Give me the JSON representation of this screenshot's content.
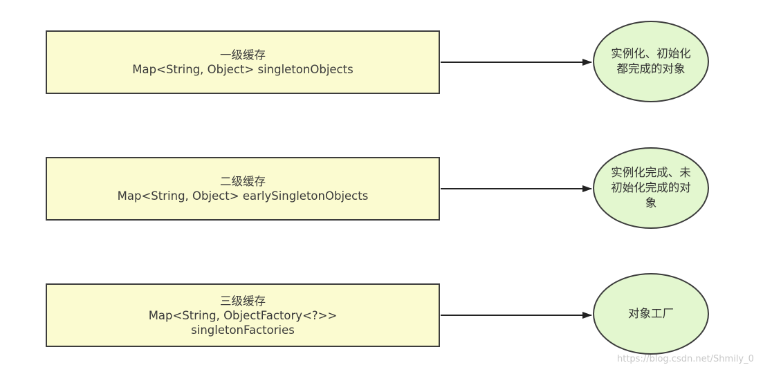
{
  "diagram": {
    "caches": [
      {
        "title": "一级缓存",
        "lines": [
          "Map<String, Object> singletonObjects"
        ],
        "state": "实例化、初始化都完成的对象"
      },
      {
        "title": "二级缓存",
        "lines": [
          "Map<String, Object> earlySingletonObjects"
        ],
        "state": "实例化完成、未初始化完成的对象"
      },
      {
        "title": "三级缓存",
        "lines": [
          "Map<String, ObjectFactory<?>>",
          "singletonFactories"
        ],
        "state": "对象工厂"
      }
    ],
    "colors": {
      "box_fill": "#fbfbd0",
      "circle_fill": "#e3f7cf",
      "stroke": "#3c3c3c"
    }
  },
  "watermark": "https://blog.csdn.net/Shmily_0"
}
